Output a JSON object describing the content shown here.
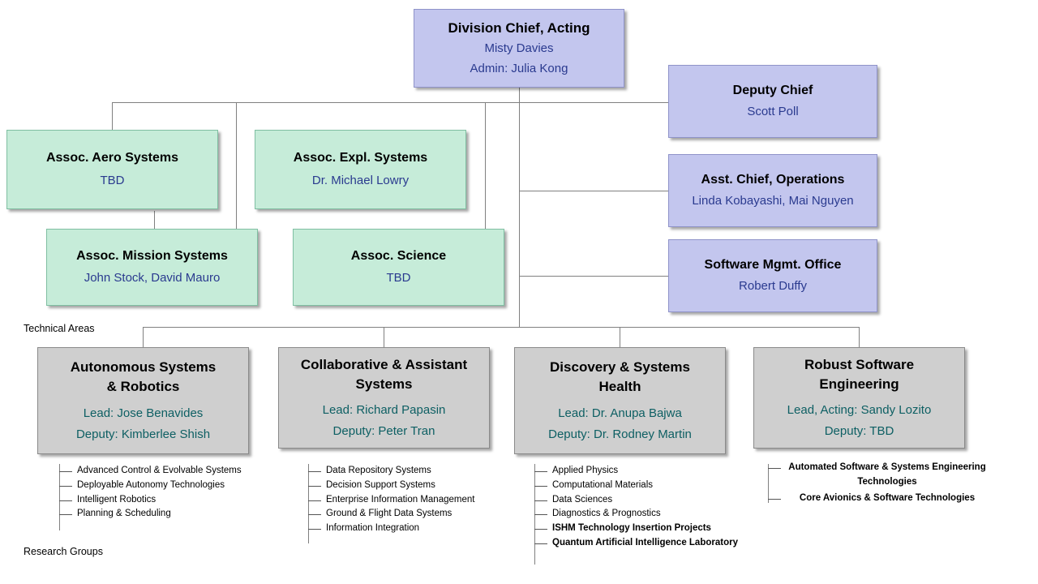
{
  "chart_data": {
    "type": "diagram",
    "title": "Division organizational chart"
  },
  "leadership": {
    "chief": {
      "title": "Division Chief, Acting",
      "name": "Misty Davies",
      "admin": "Admin: Julia Kong"
    },
    "deputy_chief": {
      "title": "Deputy Chief",
      "name": "Scott Poll"
    },
    "asst_chief_ops": {
      "title": "Asst. Chief, Operations",
      "name": "Linda Kobayashi, Mai Nguyen"
    },
    "software_mgmt": {
      "title": "Software Mgmt. Office",
      "name": "Robert Duffy"
    }
  },
  "associates": [
    {
      "title": "Assoc. Aero Systems",
      "name": "TBD"
    },
    {
      "title": "Assoc. Expl. Systems",
      "name": "Dr. Michael Lowry"
    },
    {
      "title": "Assoc. Mission Systems",
      "name": "John Stock, David Mauro"
    },
    {
      "title": "Assoc. Science",
      "name": "TBD"
    }
  ],
  "labels": {
    "technical_areas": "Technical Areas",
    "research_groups": "Research Groups"
  },
  "technical_areas": [
    {
      "title_line1": "Autonomous Systems",
      "title_line2": "& Robotics",
      "lead": "Lead: Jose Benavides",
      "deputy": "Deputy: Kimberlee Shish",
      "groups": [
        "Advanced Control & Evolvable Systems",
        "Deployable Autonomy Technologies",
        "Intelligent Robotics",
        "Planning & Scheduling"
      ]
    },
    {
      "title_line1": "Collaborative & Assistant",
      "title_line2": "Systems",
      "lead": "Lead: Richard Papasin",
      "deputy": "Deputy: Peter Tran",
      "groups": [
        "Data Repository Systems",
        "Decision Support Systems",
        "Enterprise Information Management",
        "Ground & Flight Data Systems",
        "Information Integration"
      ]
    },
    {
      "title_line1": "Discovery & Systems",
      "title_line2": "Health",
      "lead": "Lead: Dr. Anupa Bajwa",
      "deputy": "Deputy: Dr. Rodney Martin",
      "groups": [
        "Applied Physics",
        "Computational Materials",
        "Data Sciences",
        "Diagnostics & Prognostics",
        "ISHM Technology Insertion Projects",
        "Quantum Artificial Intelligence Laboratory"
      ]
    },
    {
      "title_line1": "Robust Software",
      "title_line2": "Engineering",
      "lead": "Lead, Acting: Sandy Lozito",
      "deputy": "Deputy: TBD",
      "groups": [
        "Automated Software & Systems Engineering Technologies",
        "Core Avionics & Software Technologies"
      ]
    }
  ]
}
